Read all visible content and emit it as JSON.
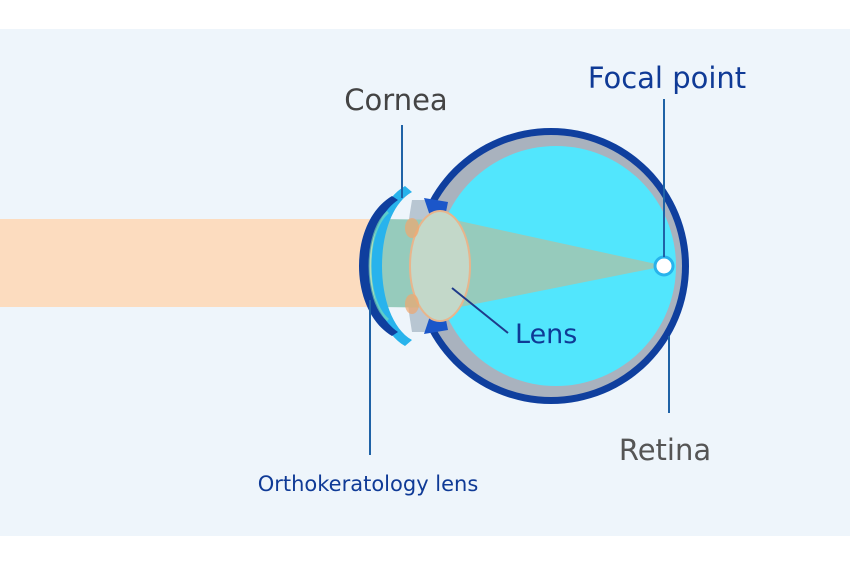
{
  "labels": {
    "cornea": "Cornea",
    "focal_point": "Focal point",
    "lens": "Lens",
    "retina": "Retina",
    "ortho_lens": "Orthokeratology lens"
  },
  "colors": {
    "panel_bg": "#eef5fb",
    "light_beam": "#fcdcbf",
    "eye_outer": "#0f3f9e",
    "sclera": "#a9b2be",
    "vitreous": "#52e6fd",
    "converging_light": "#96cbbc",
    "crystalline_lens": "#c3d8c9",
    "iris": "#1b56c9",
    "cornea": "#28b3ec",
    "ortho_lens": "#0f3f9e",
    "label_dark": "#444444",
    "label_blue": "#0f3a96",
    "leader_line": "#1f62a6"
  }
}
